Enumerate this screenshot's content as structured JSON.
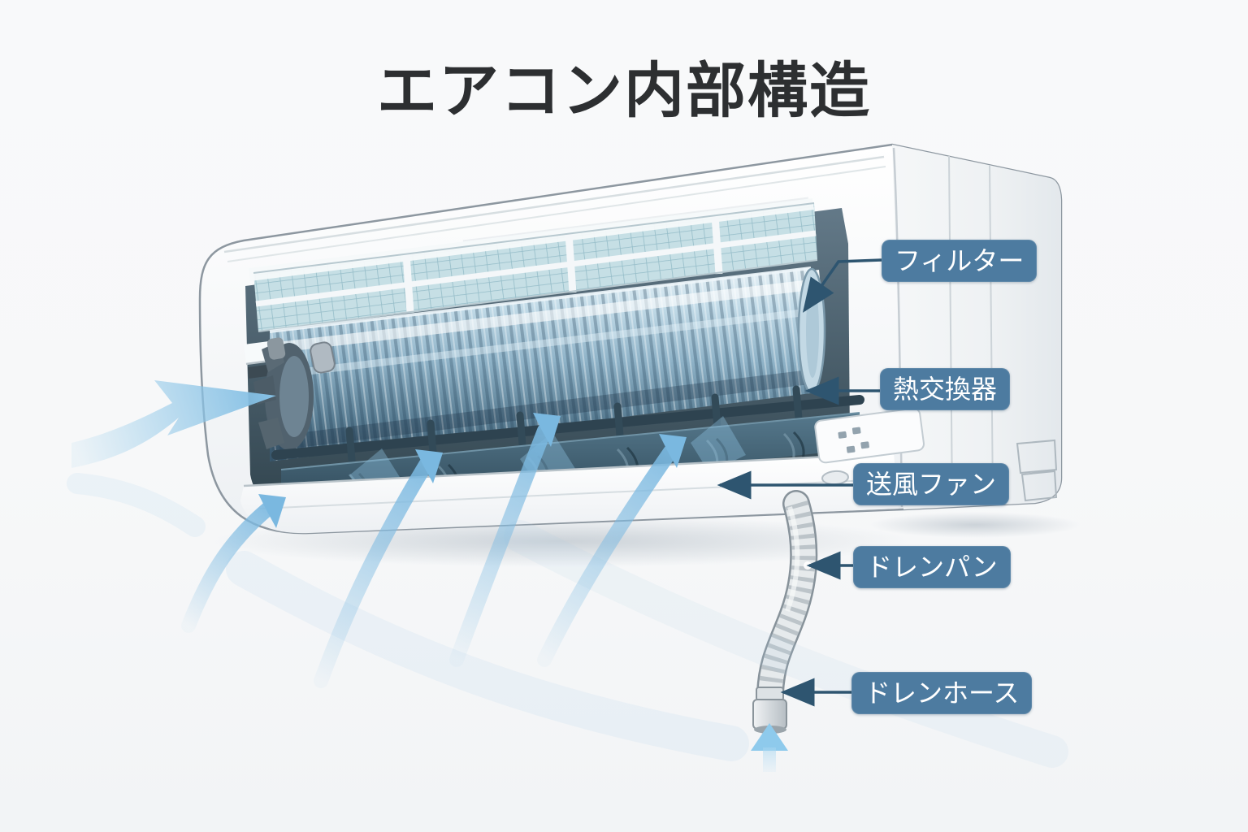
{
  "title": "エアコン内部構造",
  "labels": [
    {
      "name": "filter",
      "text": "フィルター"
    },
    {
      "name": "heat-exchanger",
      "text": "熱交換器"
    },
    {
      "name": "blower-fan",
      "text": "送風ファン"
    },
    {
      "name": "drain-pan",
      "text": "ドレンパン"
    },
    {
      "name": "drain-hose",
      "text": "ドレンホース"
    }
  ],
  "colors": {
    "background": "#f7f8f9",
    "title_text": "#2d2f31",
    "label_background": "#4d7ba0",
    "label_text": "#ffffff",
    "leader_line": "#2e5570",
    "airflow_blue": "#8ac2e6",
    "unit_body": "#ffffff",
    "filter_mesh": "#c6dfe5",
    "heat_exchanger_blue": "#7fa6bd",
    "fan_dark": "#2c4554",
    "hose_gray": "#e6eaec"
  }
}
